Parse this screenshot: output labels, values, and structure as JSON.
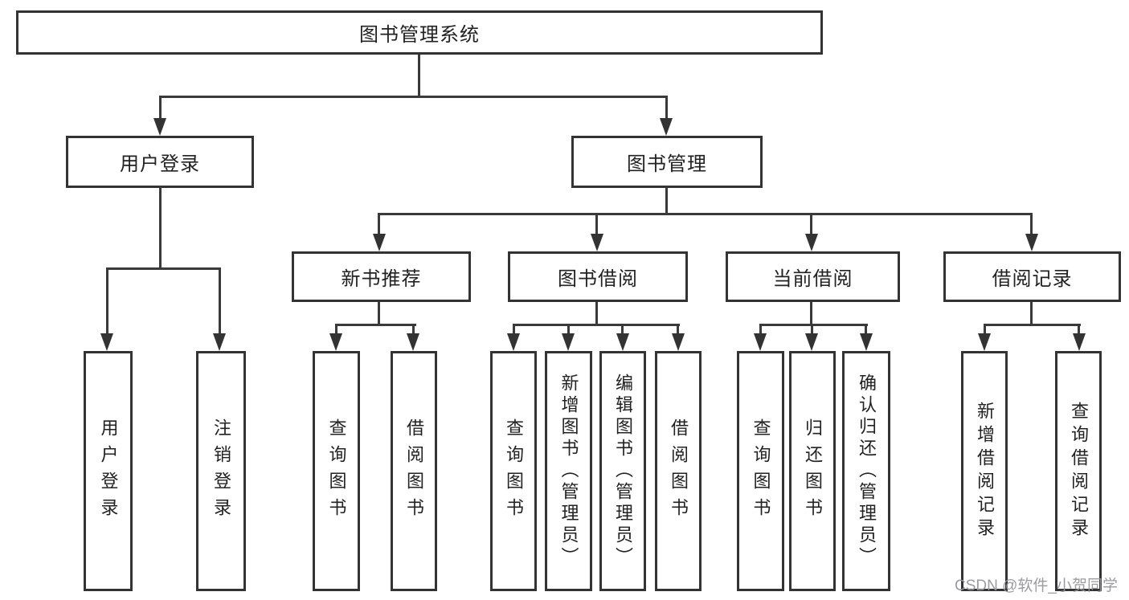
{
  "tree": {
    "label": "图书管理系统",
    "children": [
      {
        "label": "用户登录",
        "children": [
          {
            "label": "用户登录"
          },
          {
            "label": "注销登录"
          }
        ]
      },
      {
        "label": "图书管理",
        "children": [
          {
            "label": "新书推荐",
            "children": [
              {
                "label": "查询图书"
              },
              {
                "label": "借阅图书"
              }
            ]
          },
          {
            "label": "图书借阅",
            "children": [
              {
                "label": "查询图书"
              },
              {
                "label": "新增图书（管理员）"
              },
              {
                "label": "编辑图书（管理员）"
              },
              {
                "label": "借阅图书"
              }
            ]
          },
          {
            "label": "当前借阅",
            "children": [
              {
                "label": "查询图书"
              },
              {
                "label": "归还图书"
              },
              {
                "label": "确认归还（管理员）"
              }
            ]
          },
          {
            "label": "借阅记录",
            "children": [
              {
                "label": "新增借阅记录"
              },
              {
                "label": "查询借阅记录"
              }
            ]
          }
        ]
      }
    ]
  },
  "watermark": {
    "text": "CSDN @软件_小贺同学"
  },
  "colors": {
    "line": "#3a3a3a",
    "box_border": "#333333",
    "text": "#222222",
    "watermark": "#96969c"
  }
}
